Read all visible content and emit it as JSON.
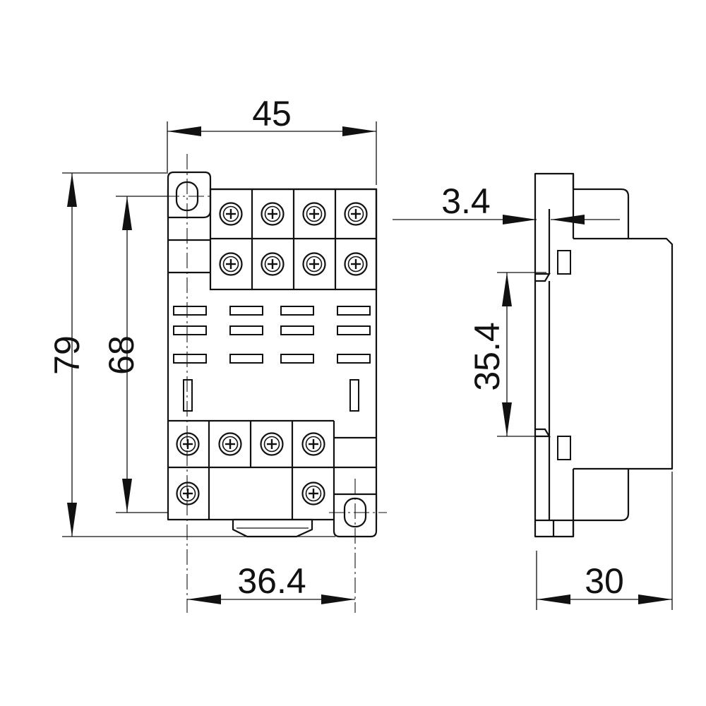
{
  "drawing": {
    "dimensions": {
      "width_top": "45",
      "height_overall": "79",
      "mount_hole_spacing_vertical": "68",
      "mount_hole_spacing_horizontal": "36.4",
      "rail_lip": "3.4",
      "rail_width": "35.4",
      "depth": "30"
    },
    "colors": {
      "line": "#111111",
      "background": "#ffffff"
    },
    "icons": {
      "terminal_screw": "phillips-screw-icon",
      "mounting_hole": "mounting-hole-icon"
    }
  }
}
